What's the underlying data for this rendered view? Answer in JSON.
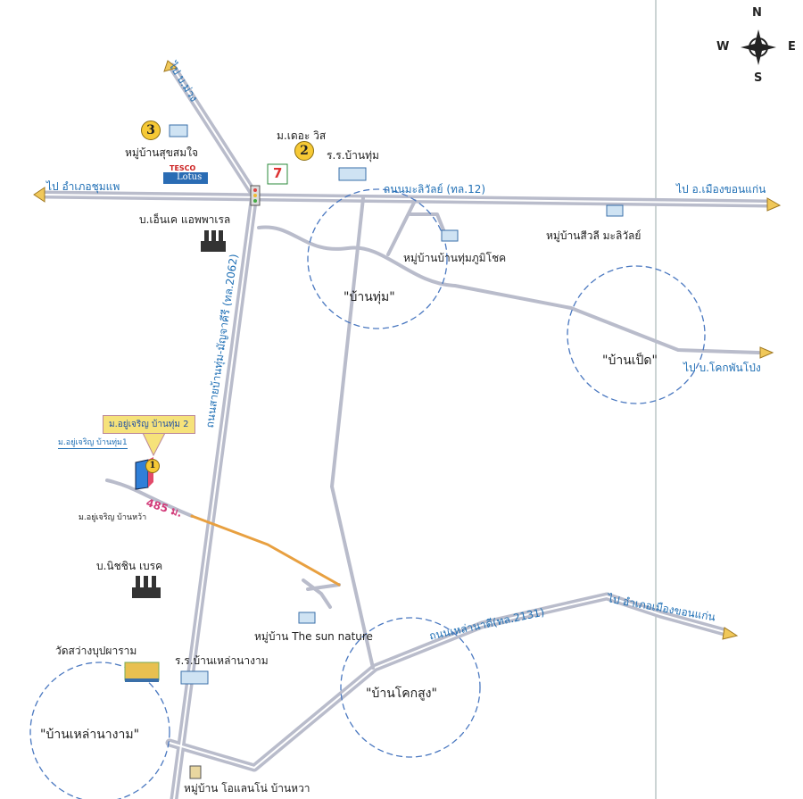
{
  "compass": {
    "n": "N",
    "s": "S",
    "e": "E",
    "w": "W"
  },
  "roads": {
    "to_mueang_khonkaen_top": "ไป อ.เมืองขอนแก่น",
    "to_chumphae": "ไป อำเภอชุมแพ",
    "to_ban_muang": "ไป บ.ม่วง",
    "malivan_road": "ถนนมะลิวัลย์ (ทล.12)",
    "road_2062": "ถนนสายบ้านทุ่ม-มัญจาคีรี (ทล.2062)",
    "to_khok_phan_pong": "ไป บ.โคกพันโป่ง",
    "road_2131": "ถนนเหล่านาดี(ทล.2131)",
    "to_mueang_khonkaen_bottom": "ไป อำเภอเมืองขอนแก่น"
  },
  "places": {
    "sukhsomjai": "หมู่บ้านสุขสมใจ",
    "the_wis": "ม.เดอะ วิส",
    "school_ban_thum": "ร.ร.บ้านทุ่ม",
    "nk_apparel": "บ.เอ็นเค แอพพาเรล",
    "thum_phumichok": "หมู่บ้านบ้านทุ่มภูมิโชค",
    "siwali": "หมู่บ้านสีวลี มะลิวัลย์",
    "ban_thum": "\"บ้านทุ่ม\"",
    "ban_ped": "\"บ้านเป็ด\"",
    "yucharoen_2": "ม.อยู่เจริญ บ้านทุ่ม 2",
    "yucharoen_1": "ม.อยู่เจริญ บ้านทุ่ม1",
    "yucharoen_wa": "ม.อยู่เจริญ บ้านหว้า",
    "distance": "485 ม.",
    "nichirin": "บ.นิชชิน เบรค",
    "sun_nature": "หมู่บ้าน The sun nature",
    "wat": "วัดสว่างบุปผาราม",
    "school_lao": "ร.ร.บ้านเหล่านางาม",
    "ban_khok_sung": "\"บ้านโคกสูง\"",
    "ban_lao_nangam": "\"บ้านเหล่านางาม\"",
    "orlando": "หมู่บ้าน โอแลนโน่ บ้านหวา"
  },
  "markers": {
    "m1": "1",
    "m2": "2",
    "m3": "3"
  },
  "brands": {
    "tesco": "TESCO",
    "lotus": "Lotus",
    "seven": "7"
  },
  "colors": {
    "road": "#b9bccb",
    "label_blue": "#1f6fb5",
    "circle": "#4a78c0",
    "route": "#e8a040"
  }
}
